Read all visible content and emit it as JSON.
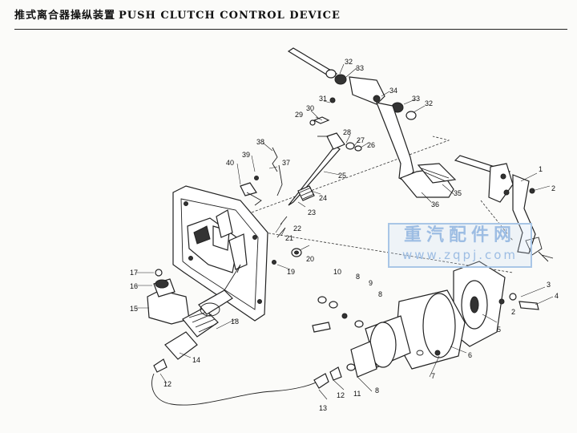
{
  "header": {
    "title_cn": "推式离合器操纵装置",
    "title_en": "PUSH   CLUTCH   CONTROL   DEVICE"
  },
  "watermark": {
    "text_cn": "重汽配件网",
    "url": "www.zqpj.com",
    "color": "#9dbde3"
  },
  "callouts": [
    "1",
    "2",
    "2",
    "3",
    "4",
    "5",
    "6",
    "7",
    "8",
    "8",
    "8",
    "9",
    "10",
    "11",
    "12",
    "12",
    "13",
    "14",
    "15",
    "16",
    "17",
    "18",
    "19",
    "20",
    "21",
    "22",
    "23",
    "24",
    "25",
    "26",
    "27",
    "28",
    "29",
    "30",
    "31",
    "32",
    "32",
    "33",
    "33",
    "34",
    "35",
    "36",
    "37",
    "38",
    "39",
    "40"
  ]
}
